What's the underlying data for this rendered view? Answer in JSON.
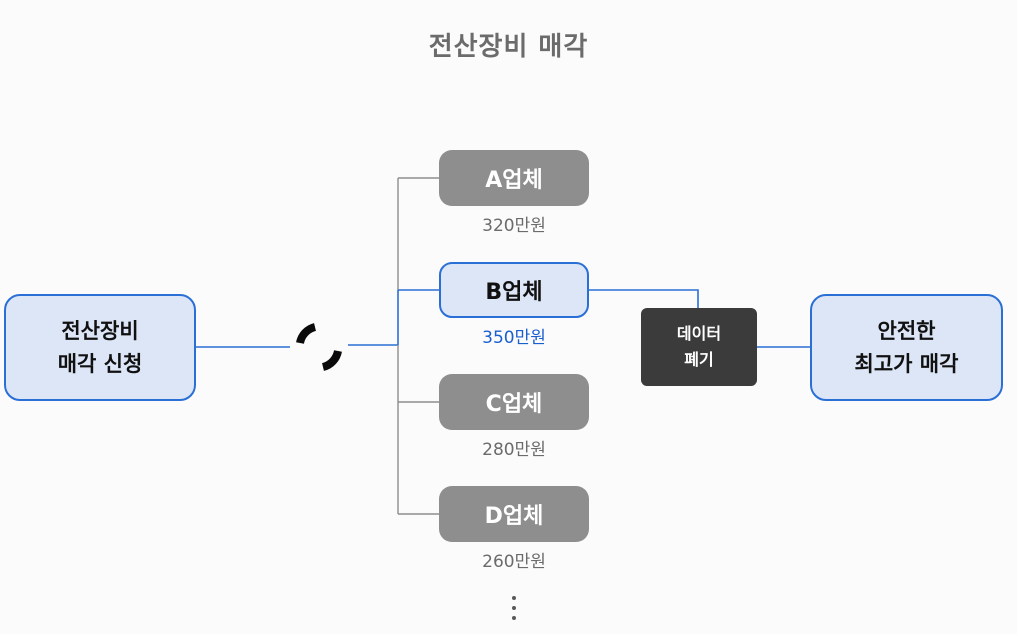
{
  "title": "전산장비 매각",
  "start_node": {
    "line1": "전산장비",
    "line2": "매각 신청"
  },
  "vendors": [
    {
      "label": "A업체",
      "price": "320만원"
    },
    {
      "label": "B업체",
      "price": "350만원"
    },
    {
      "label": "C업체",
      "price": "280만원"
    },
    {
      "label": "D업체",
      "price": "260만원"
    }
  ],
  "selected_vendor": "B업체",
  "process_node": {
    "line1": "데이터",
    "line2": "폐기"
  },
  "end_node": {
    "line1": "안전한",
    "line2": "최고가 매각"
  },
  "icons": {
    "connector": "loading-spinner-icon",
    "more": "vertical-ellipsis-icon"
  },
  "colors": {
    "accent": "#2a6fd6",
    "node_fill": "#dde6f7",
    "vendor_gray": "#8e8e8e",
    "process_dark": "#3b3b3b",
    "title_gray": "#6b6b6b"
  }
}
